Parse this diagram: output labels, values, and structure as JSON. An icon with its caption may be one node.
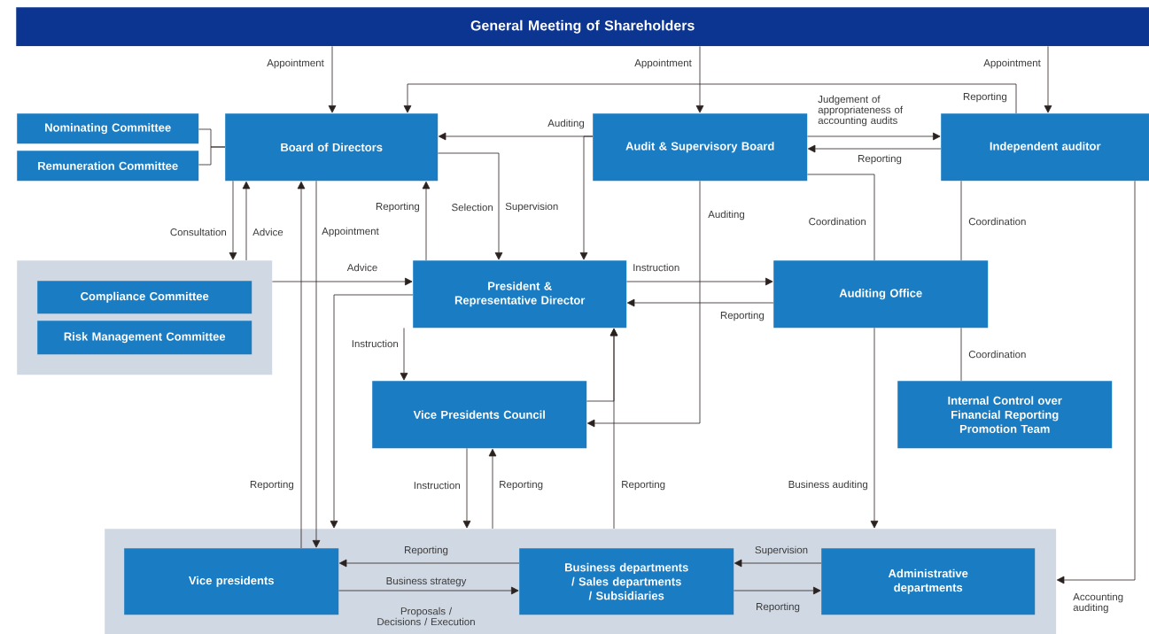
{
  "diagram": {
    "nodes": [
      {
        "text": [
          "General Meeting of Shareholders"
        ]
      },
      {
        "text": [
          "Nominating Committee"
        ]
      },
      {
        "text": [
          "Remuneration Committee"
        ]
      },
      {
        "text": [
          "Board of Directors"
        ]
      },
      {
        "text": [
          "Audit & Supervisory Board"
        ]
      },
      {
        "text": [
          "Independent auditor"
        ]
      },
      {
        "text": [],
        "shape": "box"
      },
      {
        "text": [
          "Compliance Committee"
        ],
        "in": 6
      },
      {
        "text": [
          "Risk Management Committee"
        ],
        "in": 6
      },
      {
        "text": [
          "President & Representative Director"
        ]
      },
      {
        "text": [
          "Auditing Office"
        ]
      },
      {
        "text": [
          "Vice Presidents Council"
        ]
      },
      {
        "text": [
          "Internal Control over Financial Reporting Promotion Team"
        ]
      },
      {
        "text": [],
        "shape": "box"
      },
      {
        "text": [
          "Vice presidents"
        ],
        "in": 13
      },
      {
        "text": [
          "Business departments / Sales departments / Subsidiaries"
        ],
        "in": 13
      },
      {
        "text": [
          "Administrative departments"
        ],
        "in": 13
      }
    ],
    "edges": [
      {
        "from": 0,
        "to": 3,
        "arrow": "to",
        "label": "Appointment"
      },
      {
        "from": 0,
        "to": 4,
        "arrow": "to",
        "label": "Appointment"
      },
      {
        "from": 0,
        "to": 5,
        "arrow": "to",
        "label": "Appointment"
      },
      {
        "from": 1,
        "to": 3,
        "arrow": "none"
      },
      {
        "from": 2,
        "to": 3,
        "arrow": "none"
      },
      {
        "from": 5,
        "to": 3,
        "arrow": "to",
        "label": "Reporting"
      },
      {
        "from": 4,
        "to": 3,
        "arrow": "to",
        "label": "Auditing"
      },
      {
        "from": 4,
        "to": 9,
        "arrow": "to"
      },
      {
        "from": 4,
        "to": 5,
        "arrow": "to",
        "label": "Judgement of appropriateness of accounting audits"
      },
      {
        "from": 5,
        "to": 4,
        "arrow": "to",
        "label": "Reporting"
      },
      {
        "from": 4,
        "to": 10,
        "arrow": "none",
        "label": "Coordination"
      },
      {
        "from": 5,
        "to": 10,
        "arrow": "none",
        "label": "Coordination"
      },
      {
        "from": 10,
        "to": 12,
        "arrow": "none",
        "label": "Coordination"
      },
      {
        "from": 3,
        "to": 6,
        "arrow": "to",
        "label": "Consultation"
      },
      {
        "from": 6,
        "to": 3,
        "arrow": "to",
        "label": "Advice"
      },
      {
        "from": 3,
        "to": 9,
        "arrow": "to",
        "label": "Selection"
      },
      {
        "from": 9,
        "to": 3,
        "arrow": "to",
        "label": "Reporting"
      },
      {
        "from": 6,
        "to": 9,
        "arrow": "to",
        "label": "Advice"
      },
      {
        "from": 3,
        "to": 14,
        "arrow": "to",
        "label": "Appointment"
      },
      {
        "from": 14,
        "to": 3,
        "arrow": "to",
        "label": "Reporting"
      },
      {
        "from": 9,
        "to": 13,
        "arrow": "to"
      },
      {
        "from": 9,
        "to": 11,
        "arrow": "to",
        "label": "Instruction"
      },
      {
        "from": 9,
        "to": 10,
        "arrow": "to",
        "label": "Instruction"
      },
      {
        "from": 10,
        "to": 9,
        "arrow": "to",
        "label": "Reporting"
      },
      {
        "from": 4,
        "to": 11,
        "arrow": "to",
        "label": "Auditing"
      },
      {
        "from": 11,
        "to": 13,
        "arrow": "to",
        "label": "Instruction"
      },
      {
        "from": 13,
        "to": 11,
        "arrow": "to",
        "label": "Reporting"
      },
      {
        "from": 13,
        "to": 9,
        "arrow": "to",
        "label": "Reporting"
      },
      {
        "from": 11,
        "to": 9,
        "arrow": "to"
      },
      {
        "from": 10,
        "to": 13,
        "arrow": "to",
        "label": "Business auditing"
      },
      {
        "from": 5,
        "to": 13,
        "arrow": "to",
        "label": "Accounting auditing"
      },
      {
        "from": 15,
        "to": 14,
        "arrow": "to",
        "label": "Reporting"
      },
      {
        "from": 14,
        "to": 15,
        "arrow": "to",
        "label": "Business strategy"
      },
      {
        "from": 16,
        "to": 15,
        "arrow": "to",
        "label": "Supervision"
      },
      {
        "from": 15,
        "to": 16,
        "arrow": "to",
        "label": "Reporting"
      }
    ],
    "labels": [
      "Supervision",
      "Proposals / Decisions / Execution"
    ]
  }
}
